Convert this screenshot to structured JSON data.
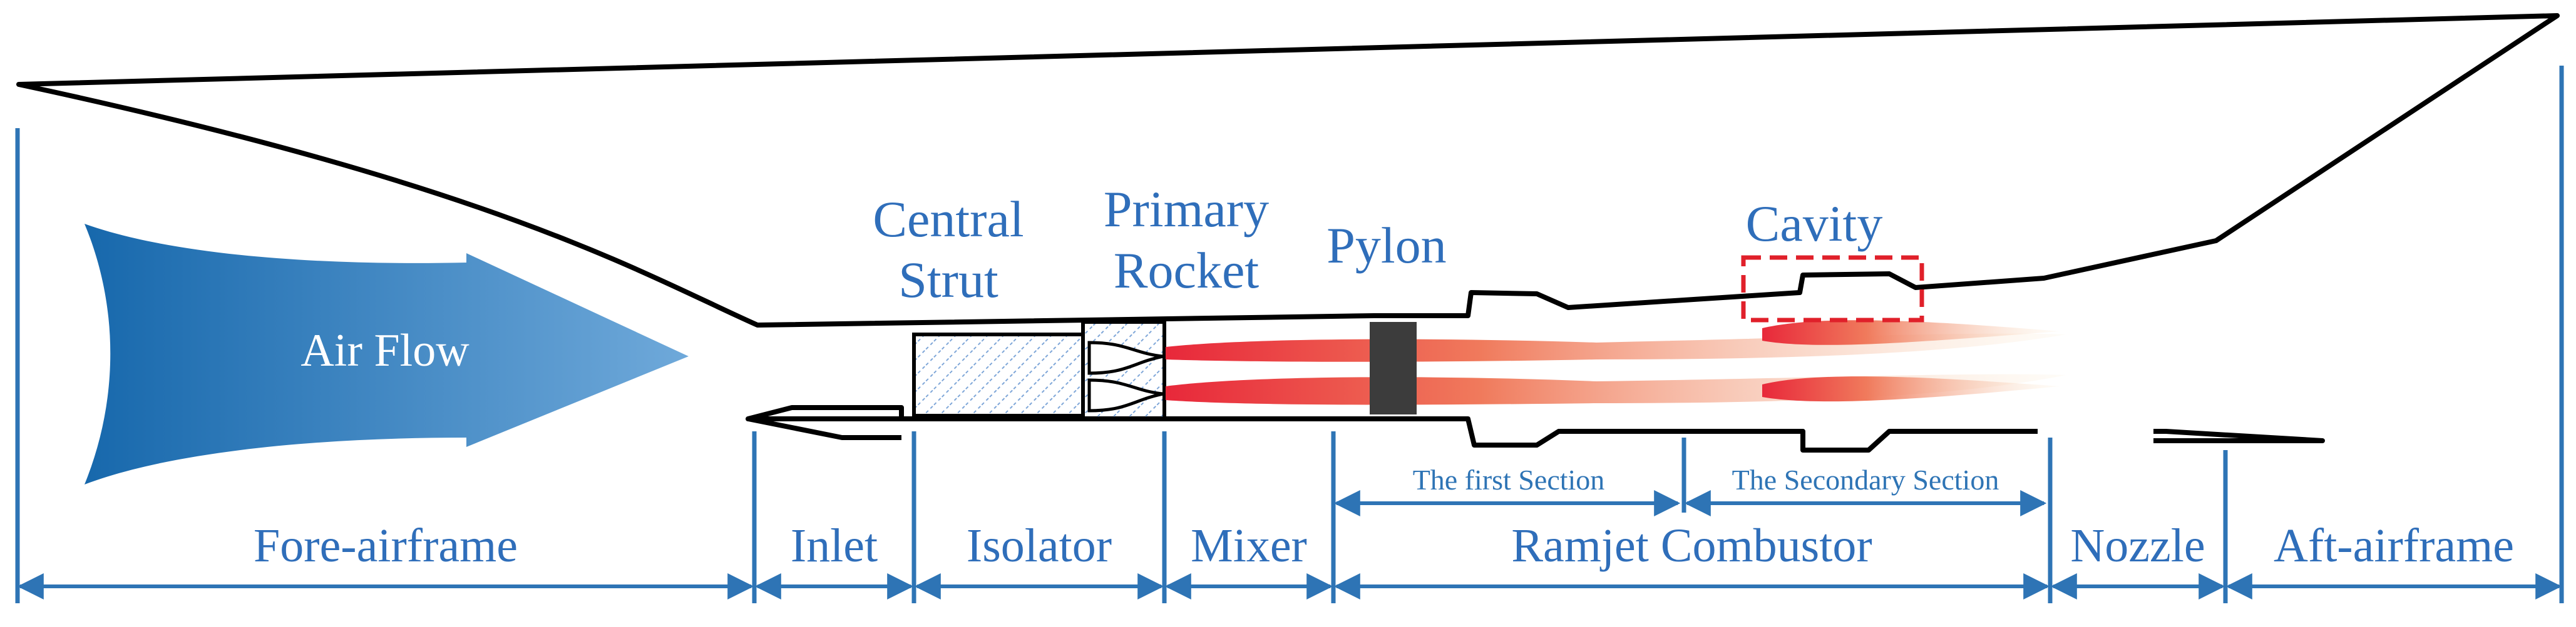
{
  "colors": {
    "label_blue": "#2F6EBA",
    "dim_blue": "#2E74B5",
    "outline": "#000000",
    "pylon": "#3C3C3C",
    "cavity_box": "#E0202A",
    "flame_core": "#E8283A",
    "flame_tail": "#F9E7C4",
    "arrow_dark": "#1768AC",
    "arrow_light": "#6FA9DA"
  },
  "labels": {
    "air_flow": "Air Flow",
    "central_strut": [
      "Central",
      "Strut"
    ],
    "primary_rocket": [
      "Primary",
      "Rocket"
    ],
    "pylon": "Pylon",
    "cavity": "Cavity",
    "first_section": "The first Section",
    "secondary_section": "The Secondary Section"
  },
  "segments": [
    {
      "key": "fore_airframe",
      "label": "Fore-airframe"
    },
    {
      "key": "inlet",
      "label": "Inlet"
    },
    {
      "key": "isolator",
      "label": "Isolator"
    },
    {
      "key": "mixer",
      "label": "Mixer"
    },
    {
      "key": "ramjet_combustor",
      "label": "Ramjet Combustor"
    },
    {
      "key": "nozzle",
      "label": "Nozzle"
    },
    {
      "key": "aft_airframe",
      "label": "Aft-airframe"
    }
  ]
}
